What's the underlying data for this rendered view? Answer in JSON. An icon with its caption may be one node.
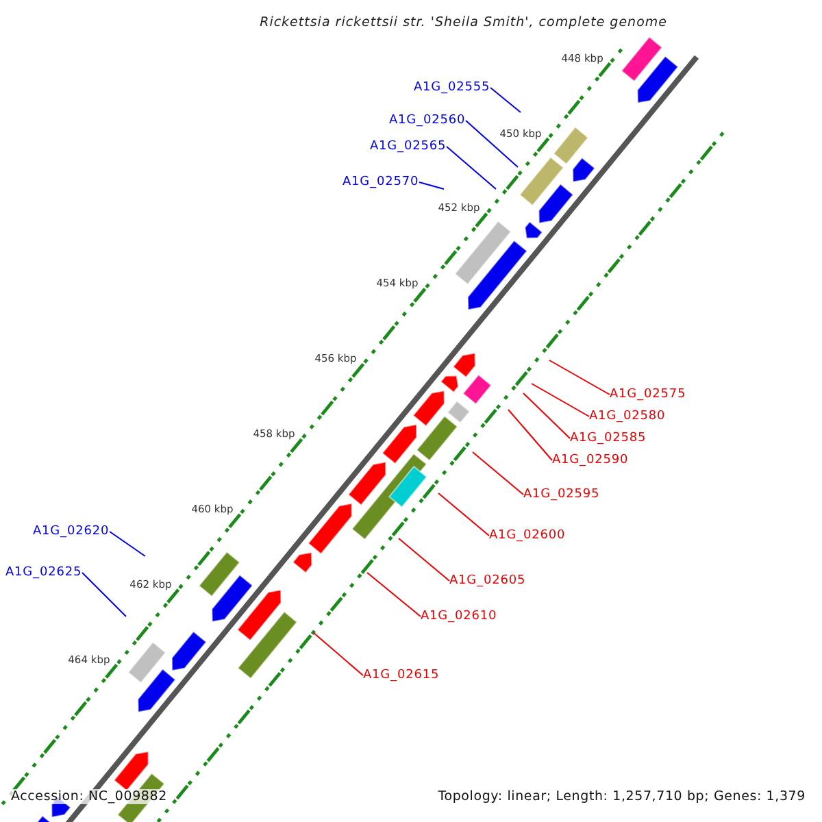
{
  "diagram": {
    "title": "Rickettsia rickettsii str. 'Sheila Smith', complete genome",
    "nodes": [
      {
        "text": [
          "A1G_02555"
        ]
      },
      {
        "text": [
          "A1G_02560"
        ]
      },
      {
        "text": [
          "A1G_02565"
        ]
      },
      {
        "text": [
          "A1G_02570"
        ]
      },
      {
        "text": [
          "A1G_02575"
        ]
      },
      {
        "text": [
          "A1G_02580"
        ]
      },
      {
        "text": [
          "A1G_02585"
        ]
      },
      {
        "text": [
          "A1G_02590"
        ]
      },
      {
        "text": [
          "A1G_02595"
        ]
      },
      {
        "text": [
          "A1G_02600"
        ]
      },
      {
        "text": [
          "A1G_02605"
        ]
      },
      {
        "text": [
          "A1G_02610"
        ]
      },
      {
        "text": [
          "A1G_02620"
        ]
      },
      {
        "text": [
          "A1G_02625"
        ]
      },
      {
        "text": [
          "A1G_02615"
        ]
      }
    ],
    "edges": [
      {
        "from": 0,
        "to": null,
        "arrow": "none",
        "color": "#0000ee"
      },
      {
        "from": 1,
        "to": null,
        "arrow": "none",
        "color": "#0000ee"
      },
      {
        "from": 2,
        "to": null,
        "arrow": "none",
        "color": "#0000ee"
      },
      {
        "from": 3,
        "to": null,
        "arrow": "none",
        "color": "#0000ee"
      },
      {
        "from": 4,
        "to": null,
        "arrow": "none"
      },
      {
        "from": 5,
        "to": null,
        "arrow": "none"
      },
      {
        "from": 6,
        "to": null,
        "arrow": "none"
      },
      {
        "from": 7,
        "to": null,
        "arrow": "none"
      },
      {
        "from": 8,
        "to": null,
        "arrow": "none"
      },
      {
        "from": 9,
        "to": null,
        "arrow": "none"
      },
      {
        "from": 10,
        "to": null,
        "arrow": "none"
      },
      {
        "from": 11,
        "to": null,
        "arrow": "none"
      },
      {
        "from": 12,
        "to": null,
        "arrow": "none",
        "color": "#0000ee"
      },
      {
        "from": 13,
        "to": null,
        "arrow": "none",
        "color": "#0000ee"
      },
      {
        "from": 14,
        "to": null,
        "arrow": "none"
      }
    ],
    "labels": [
      "448 kbp",
      "450 kbp",
      "452 kbp",
      "454 kbp",
      "456 kbp",
      "458 kbp",
      "460 kbp",
      "462 kbp",
      "464 kbp",
      "Accession: NC_009882",
      "Topology: linear; Length: 1,257,710 bp; Genes: 1,379"
    ]
  }
}
